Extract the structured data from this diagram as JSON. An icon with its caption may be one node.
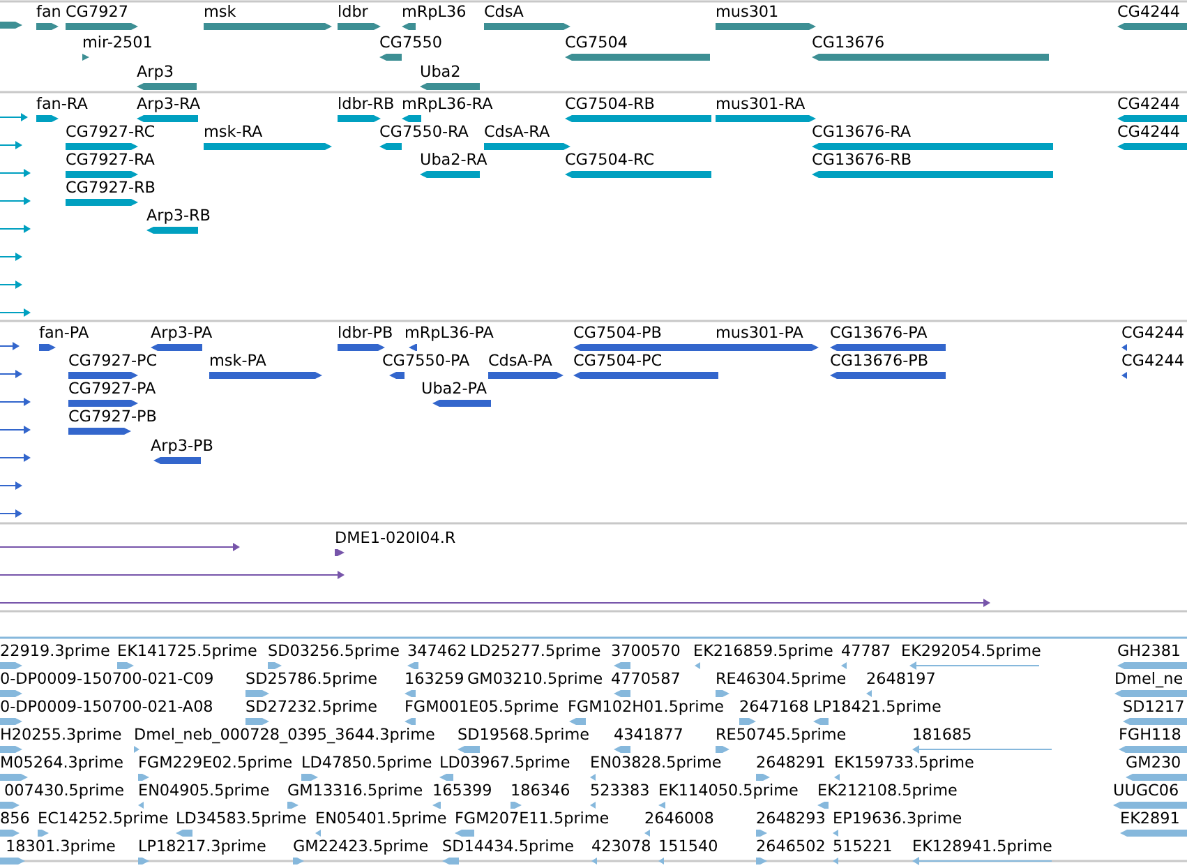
{
  "diagram": {
    "labels": [
      "fan",
      "CG7927",
      "msk",
      "ldbr",
      "mRpL36",
      "CdsA",
      "mus301",
      "CG4244",
      "mir-2501",
      "CG7550",
      "CG7504",
      "CG13676",
      "Arp3",
      "Uba2",
      "fan-RA",
      "Arp3-RA",
      "ldbr-RB",
      "mRpL36-RA",
      "CG7504-RB",
      "mus301-RA",
      "CG4244",
      "CG7927-RC",
      "msk-RA",
      "CG7550-RA",
      "CdsA-RA",
      "CG13676-RA",
      "CG4244",
      "CG7927-RA",
      "Uba2-RA",
      "CG7504-RC",
      "CG13676-RB",
      "CG7927-RB",
      "Arp3-RB",
      "fan-PA",
      "Arp3-PA",
      "ldbr-PB",
      "mRpL36-PA",
      "CG7504-PB",
      "mus301-PA",
      "CG13676-PA",
      "CG4244",
      "CG7927-PC",
      "msk-PA",
      "CG7550-PA",
      "CdsA-PA",
      "CG7504-PC",
      "CG13676-PB",
      "CG4244",
      "CG7927-PA",
      "Uba2-PA",
      "CG7927-PB",
      "Arp3-PB",
      "DME1-020I04.R",
      "22919.3prime",
      "EK141725.5prime",
      "SD03256.5prime",
      "347462",
      "LD25277.5prime",
      "3700570",
      "EK216859.5prime",
      "47787",
      "EK292054.5prime",
      "GH2381",
      "0-DP0009-150700-021-C09",
      "SD25786.5prime",
      "163259",
      "GM03210.5prime",
      "4770587",
      "RE46304.5prime",
      "2648197",
      "Dmel_ne",
      "0-DP0009-150700-021-A08",
      "SD27232.5prime",
      "FGM001E05.5prime",
      "FGM102H01.5prime",
      "2647168",
      "LP18421.5prime",
      "SD1217",
      "H20255.3prime",
      "Dmel_neb_000728_0395_3644.3prime",
      "SD19568.5prime",
      "4341877",
      "RE50745.5prime",
      "181685",
      "FGH118",
      "M05264.3prime",
      "FGM229E02.5prime",
      "LD47850.5prime",
      "LD03967.5prime",
      "EN03828.5prime",
      "2648291",
      "EK159733.5prime",
      "GM230",
      "007430.5prime",
      "EN04905.5prime",
      "GM13316.5prime",
      "165399",
      "186346",
      "523383",
      "EK114050.5prime",
      "EK212108.5prime",
      "UUGC06",
      "856",
      "EC14252.5prime",
      "LD34583.5prime",
      "EN05401.5prime",
      "FGM207E11.5prime",
      "2646008",
      "2648293",
      "EP19636.3prime",
      "EK2891",
      "18301.3prime",
      "LP18217.3prime",
      "GM22423.5prime",
      "SD14434.5prime",
      "423078",
      "151540",
      "2646502",
      "515221",
      "EK128941.5prime"
    ]
  }
}
